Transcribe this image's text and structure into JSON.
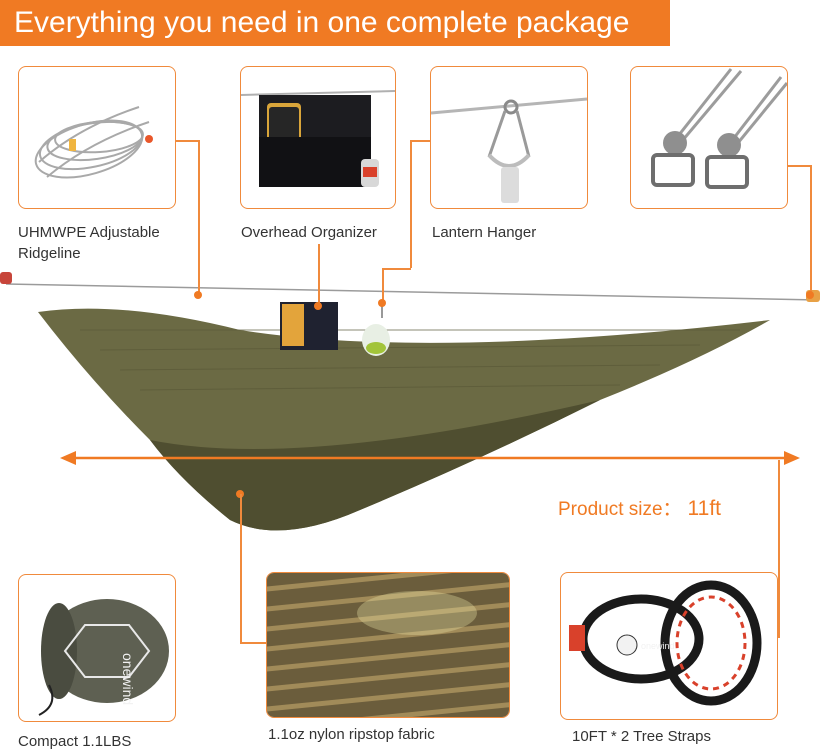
{
  "banner": {
    "title": "Everything you need in one complete package"
  },
  "features_top": [
    {
      "label": "UHMWPE Adjustable Ridgeline"
    },
    {
      "label": "Overhead Organizer"
    },
    {
      "label": "Lantern Hanger"
    },
    {
      "label": ""
    }
  ],
  "product_size": {
    "label": "Product size：",
    "value": "11ft"
  },
  "features_bottom": [
    {
      "label": "Compact 1.1LBS"
    },
    {
      "label": "1.1oz nylon ripstop fabric"
    },
    {
      "label": "10FT * 2 Tree Straps"
    }
  ],
  "brand": {
    "logo_text": "onewind"
  },
  "colors": {
    "accent": "#f07a23",
    "hammock": "#6b6a44",
    "hammock_dark": "#4f4e30",
    "strap_red": "#d9412b"
  }
}
